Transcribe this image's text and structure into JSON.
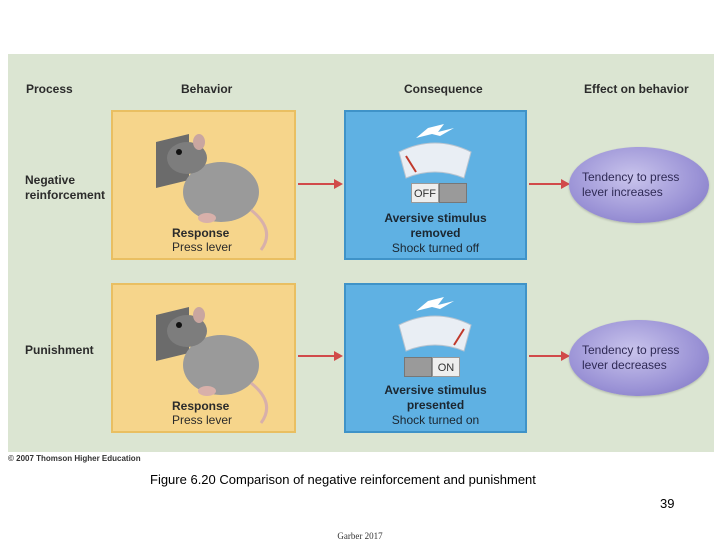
{
  "headers": {
    "process": "Process",
    "behavior": "Behavior",
    "consequence": "Consequence",
    "effect": "Effect on behavior"
  },
  "rows": [
    {
      "process": "Negative\nreinforcement",
      "response_title": "Response",
      "response_text": "Press lever",
      "switch_label": "OFF",
      "stimulus_title": "Aversive stimulus",
      "stimulus_state": "removed",
      "stimulus_note": "Shock turned off",
      "effect": "Tendency to press\nlever increases"
    },
    {
      "process": "Punishment",
      "response_title": "Response",
      "response_text": "Press lever",
      "switch_label": "ON",
      "stimulus_title": "Aversive stimulus",
      "stimulus_state": "presented",
      "stimulus_note": "Shock turned on",
      "effect": "Tendency to press\nlever decreases"
    }
  ],
  "copyright": "© 2007 Thomson Higher Education",
  "caption": "Figure 6.20  Comparison of negative reinforcement and punishment",
  "page_number": "39",
  "footer": "Garber 2017",
  "colors": {
    "panel": "#dbe5d2",
    "behavior_box": "#f6d58b",
    "consequence_box": "#5fb1e3",
    "effect_ellipse": "#9b93d6",
    "arrow": "#d14a4a"
  }
}
